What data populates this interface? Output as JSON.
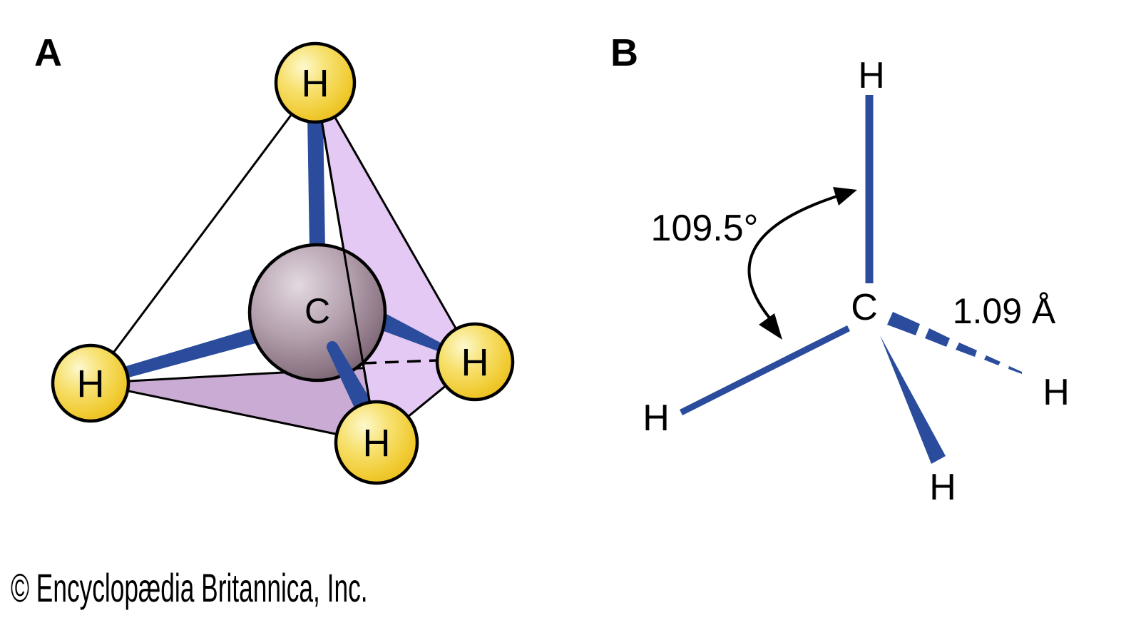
{
  "panelA": {
    "label": "A",
    "description": "ball-and-stick tetrahedral model of methane",
    "carbon_symbol": "C",
    "hydrogen_symbols": [
      "H",
      "H",
      "H",
      "H"
    ]
  },
  "panelB": {
    "label": "B",
    "description": "wedge-dash structural formula of methane",
    "carbon_symbol": "C",
    "hydrogen_symbols": [
      "H",
      "H",
      "H",
      "H"
    ],
    "bond_angle": "109.5°",
    "bond_length": "1.09 Å"
  },
  "footer": {
    "copyright": "© Encyclopædia Britannica, Inc."
  },
  "colors": {
    "bond_blue": "#2b4c9d",
    "face_light_purple": "#e4c9f4",
    "face_muted_purple": "#c9abd3",
    "hydrogen_highlight": "#fdf8cd",
    "hydrogen_yellow": "#f3d44e",
    "hydrogen_edge": "#e9ba1c",
    "carbon_highlight": "#e2d9e0",
    "carbon_gray": "#a18b9b",
    "carbon_edge": "#6b5563",
    "outline_black": "#000000"
  }
}
